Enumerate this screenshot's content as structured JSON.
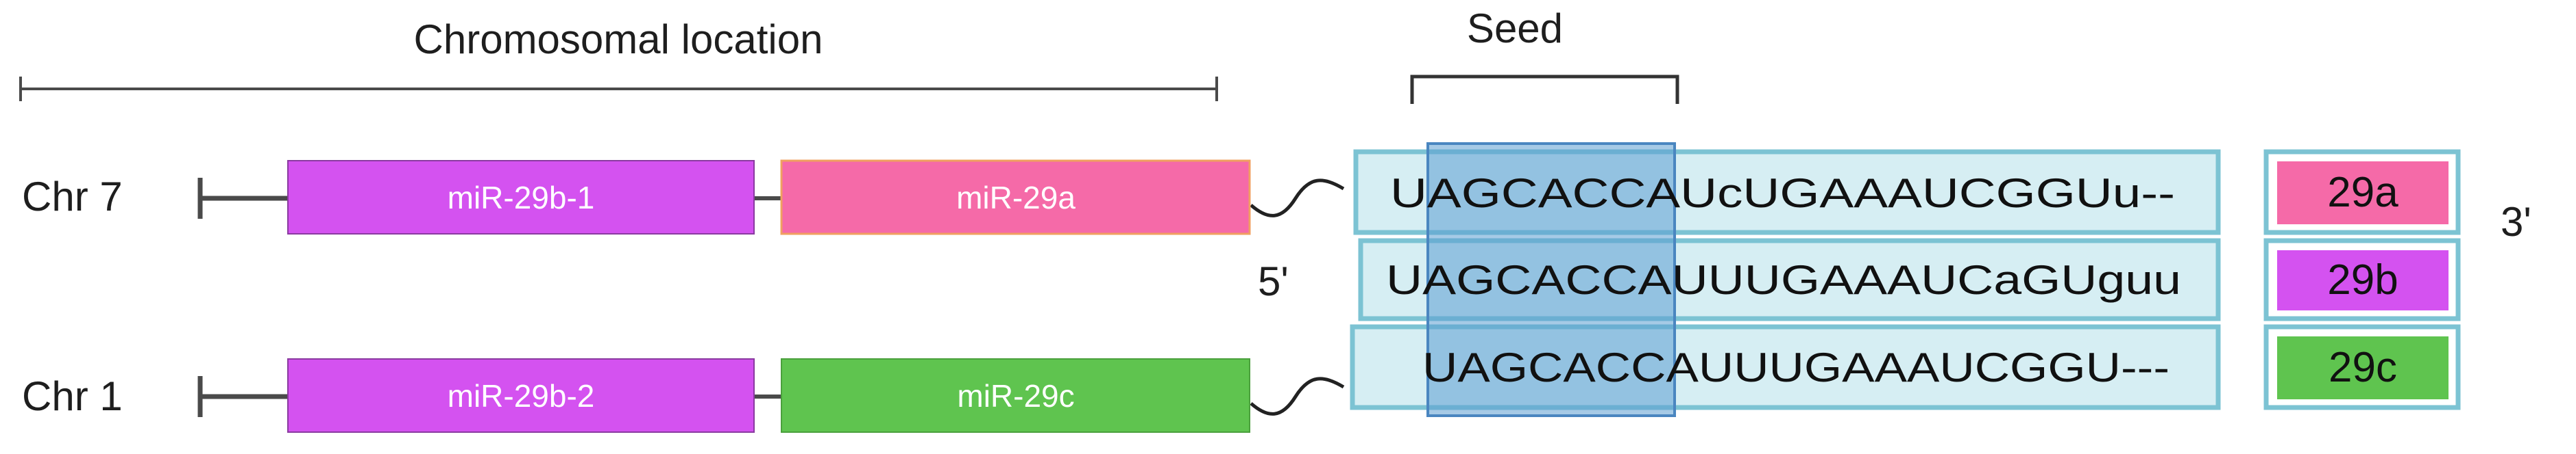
{
  "header": {
    "chromosomal_location": "Chromosomal location",
    "seed": "Seed"
  },
  "chromosomes": [
    {
      "label": "Chr 7",
      "genes": [
        {
          "name": "miR-29b-1",
          "color": "#d452f0"
        },
        {
          "name": "miR-29a",
          "color": "#f56aa8"
        }
      ]
    },
    {
      "label": "Chr 1",
      "genes": [
        {
          "name": "miR-29b-2",
          "color": "#d452f0"
        },
        {
          "name": "miR-29c",
          "color": "#5fc44f"
        }
      ]
    }
  ],
  "orientation": {
    "five_prime": "5'",
    "three_prime": "3'"
  },
  "sequences": [
    {
      "text": "UAGCACCAUcUGAAAUCGGUu--",
      "tag": "29a",
      "tag_color": "#f56aa8"
    },
    {
      "text": "UAGCACCAUUUGAAAUCaGUguu",
      "tag": "29b",
      "tag_color": "#d452f0"
    },
    {
      "text": "UAGCACCAUUUGAAAUCGGU---",
      "tag": "29c",
      "tag_color": "#5fc44f"
    }
  ],
  "colors": {
    "seq_box_fill": "#d6eef3",
    "seq_box_stroke": "#7cc3d3",
    "seed_highlight": "#5d9ed2",
    "line": "#4a4a4a"
  }
}
